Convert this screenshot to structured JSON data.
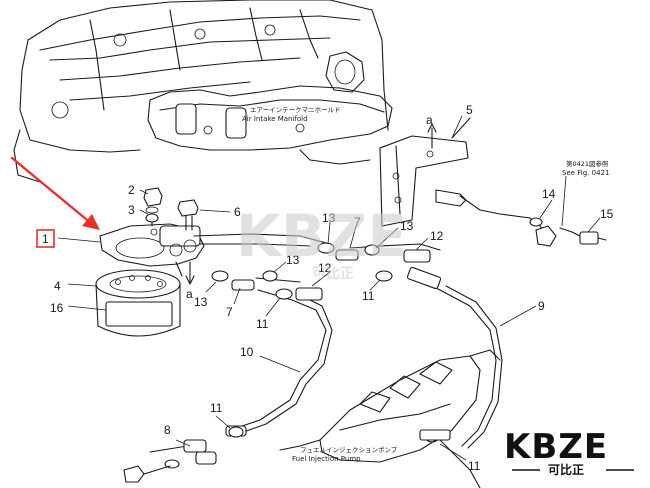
{
  "captions": {
    "air_intake_jp": "エアーインテークマニホールド",
    "air_intake_en": "Air Intake Manifold",
    "see_fig_jp": "第0421図参照",
    "see_fig_en": "See Fig. 0421",
    "fuel_pump_jp": "フュエルインジェクションポンプ",
    "fuel_pump_en": "Fuel Injection Pump"
  },
  "view_labels": {
    "a_top": "a",
    "a_bottom": "a"
  },
  "callouts": {
    "c1": "1",
    "c2": "2",
    "c3": "3",
    "c4": "4",
    "c5": "5",
    "c6": "6",
    "c7a": "7",
    "c7b": "7",
    "c8": "8",
    "c9": "9",
    "c10": "10",
    "c11a": "11",
    "c11b": "11",
    "c11c": "11",
    "c11d": "11",
    "c12a": "12",
    "c12b": "12",
    "c13a": "13",
    "c13b": "13",
    "c13c": "13",
    "c13d": "13",
    "c14": "14",
    "c15": "15",
    "c16": "16"
  },
  "watermark": {
    "text": "KBZE",
    "sub": "可比正"
  },
  "logo": {
    "text": "KBZE",
    "sub": "可比正"
  },
  "colors": {
    "highlight": "#e8312a",
    "ink": "#1a1a1a",
    "watermark": "#c9c9c9"
  }
}
